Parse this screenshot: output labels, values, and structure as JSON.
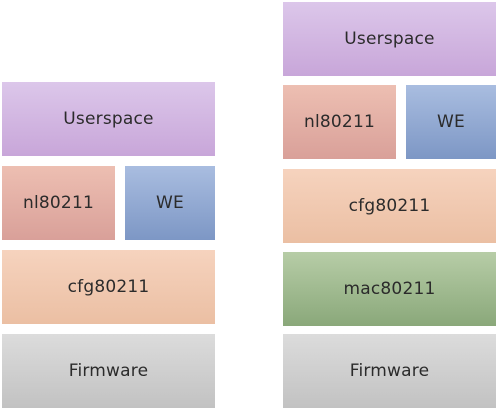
{
  "left_stack": {
    "userspace": "Userspace",
    "nl80211": "nl80211",
    "we": "WE",
    "cfg80211": "cfg80211",
    "firmware": "Firmware"
  },
  "right_stack": {
    "userspace": "Userspace",
    "nl80211": "nl80211",
    "we": "WE",
    "cfg80211": "cfg80211",
    "mac80211": "mac80211",
    "firmware": "Firmware"
  },
  "colors": {
    "userspace": "#d3b8e2",
    "nl80211": "#e3afa5",
    "we": "#93aad3",
    "cfg80211": "#f1c9b0",
    "mac80211": "#a1ba90",
    "firmware": "#cfcfcf"
  }
}
